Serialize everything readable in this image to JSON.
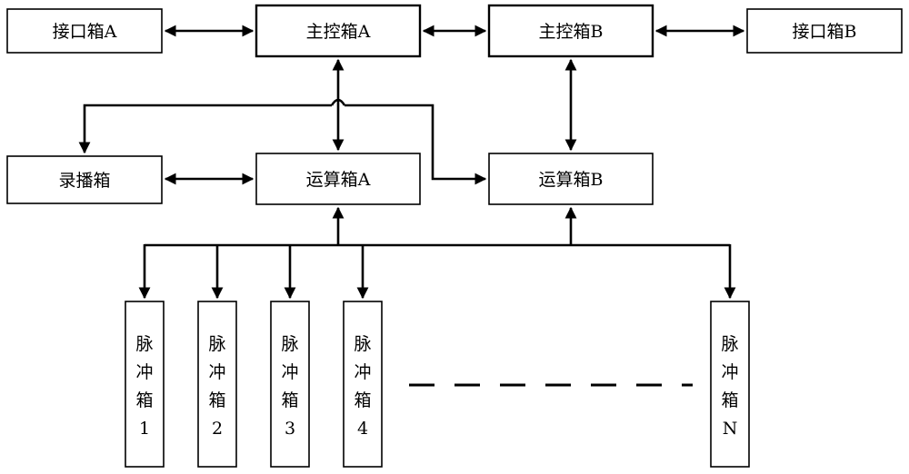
{
  "boxes": {
    "interface_a": "接口箱A",
    "main_control_a": "主控箱A",
    "main_control_b": "主控箱B",
    "interface_b": "接口箱B",
    "recorder": "录播箱",
    "compute_a": "运算箱A",
    "compute_b": "运算箱B"
  },
  "pulse_boxes": [
    [
      "脉",
      "冲",
      "箱",
      "1"
    ],
    [
      "脉",
      "冲",
      "箱",
      "2"
    ],
    [
      "脉",
      "冲",
      "箱",
      "3"
    ],
    [
      "脉",
      "冲",
      "箱",
      "4"
    ],
    [
      "脉",
      "冲",
      "箱",
      "N"
    ]
  ]
}
